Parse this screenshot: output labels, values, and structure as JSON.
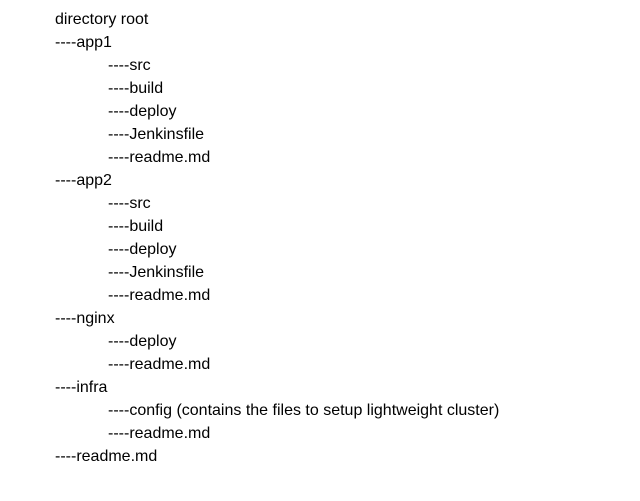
{
  "page": {
    "background_color": "#ffffff",
    "text_color": "#000000"
  },
  "tree": {
    "lines": [
      {
        "text": "directory root",
        "level": 0
      },
      {
        "text": "----app1",
        "level": 0
      },
      {
        "text": "----src",
        "level": 1
      },
      {
        "text": "----build",
        "level": 1
      },
      {
        "text": "----deploy",
        "level": 1
      },
      {
        "text": "----Jenkinsfile",
        "level": 1
      },
      {
        "text": "----readme.md",
        "level": 1
      },
      {
        "text": "----app2",
        "level": 0
      },
      {
        "text": "----src",
        "level": 1
      },
      {
        "text": "----build",
        "level": 1
      },
      {
        "text": "----deploy",
        "level": 1
      },
      {
        "text": "----Jenkinsfile",
        "level": 1
      },
      {
        "text": "----readme.md",
        "level": 1
      },
      {
        "text": "----nginx",
        "level": 0
      },
      {
        "text": "----deploy",
        "level": 1
      },
      {
        "text": "----readme.md",
        "level": 1
      },
      {
        "text": "----infra",
        "level": 0
      },
      {
        "text": "----config (contains the files to setup lightweight cluster)",
        "level": 1
      },
      {
        "text": "----readme.md",
        "level": 1
      },
      {
        "text": "----readme.md",
        "level": 0
      }
    ]
  }
}
